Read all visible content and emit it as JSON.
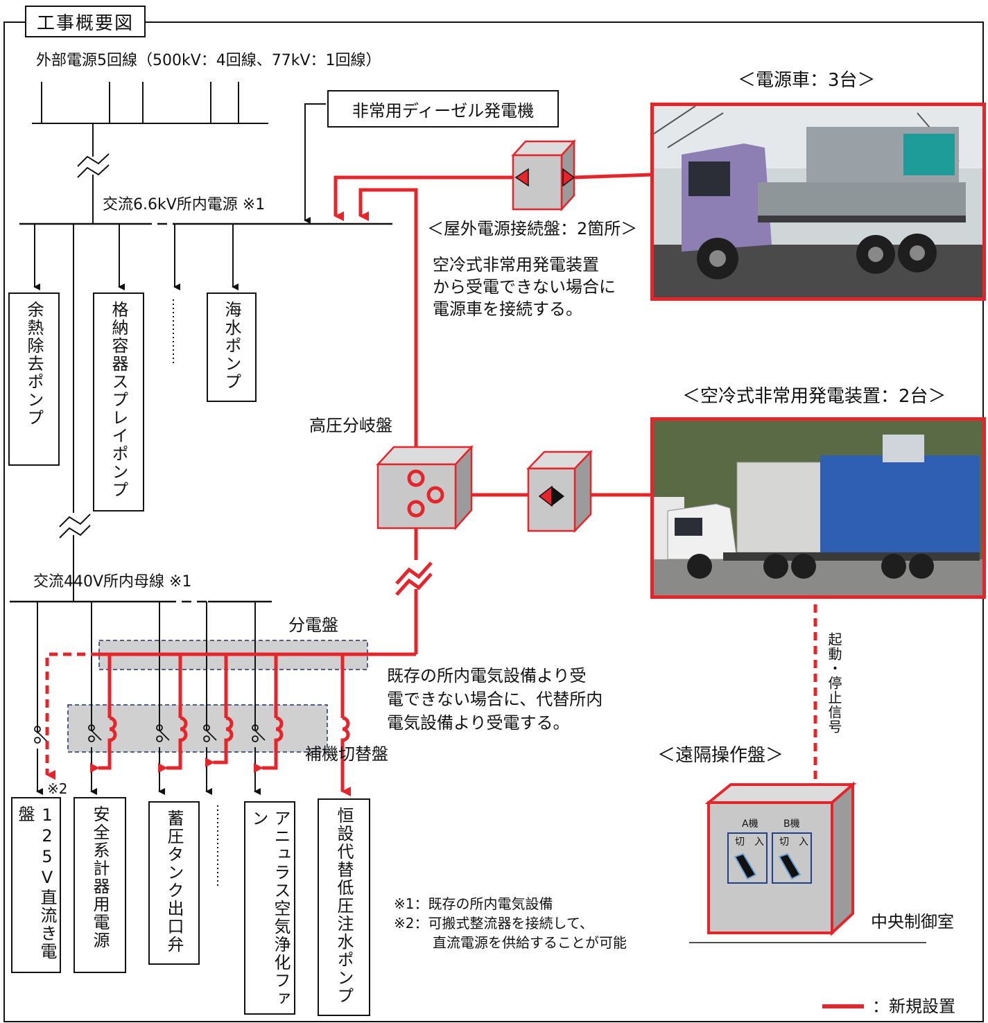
{
  "header": {
    "title": "工事概要図"
  },
  "sources": {
    "external_power": "外部電源5回線（500kV：4回線、77kV：1回線）",
    "diesel": "非常用ディーゼル発電機"
  },
  "buses": {
    "ac66": "交流6.6kV所内電源 ※1",
    "ac440": "交流440V所内母線 ※1"
  },
  "loads_66": [
    "余熱除去ポンプ",
    "格納容器スプレイポンプ",
    "海水ポンプ"
  ],
  "loads_440": [
    "125V直流き電盤",
    "安全系計器用電源",
    "蓄圧タンク出口弁",
    "アニュラス空気浄化ファン",
    "恒設代替低圧注水ポンプ"
  ],
  "labels": {
    "power_car": "＜電源車：3台＞",
    "outdoor_panel": "＜屋外電源接続盤：2箇所＞",
    "power_car_note": [
      "空冷式非常用発電装置",
      "から受電できない場合に",
      "電源車を接続する。"
    ],
    "aircooled": "＜空冷式非常用発電装置：2台＞",
    "hv_branch": "高圧分岐盤",
    "distribution": "分電盤",
    "aux_switch": "補機切替盤",
    "alt_note": [
      "既存の所内電気設備より受",
      "電できない場合に、代替所内",
      "電気設備より受電する。"
    ],
    "signal": "起動・停止信号",
    "remote_panel": "＜遠隔操作盤＞",
    "control_room": "中央制御室",
    "mark2": "※2",
    "machine_a": "A機",
    "machine_b": "B機",
    "off": "切",
    "on": "入"
  },
  "notes": [
    "※1：既存の所内電気設備",
    "※2：可搬式整流器を接続して、",
    "直流電源を供給することが可能"
  ],
  "legend": {
    "label": "：新規設置",
    "color": "#e8242b"
  },
  "colors": {
    "new": "#e8242b",
    "existing": "#111111",
    "panel_fill": "#c8c8c8"
  }
}
